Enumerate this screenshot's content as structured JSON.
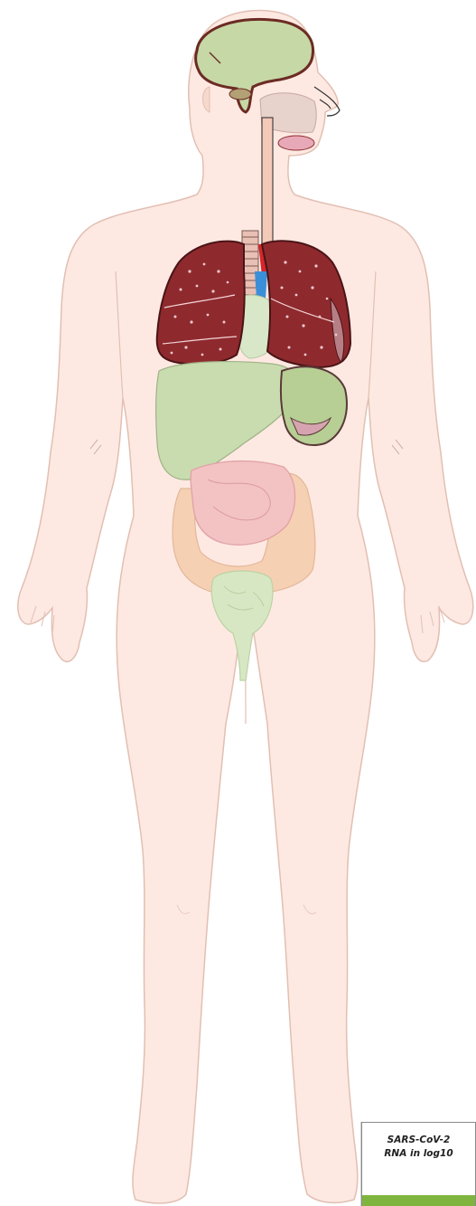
{
  "figure": {
    "subject": "human-body-organs",
    "colors": {
      "skin": "#fde9e2",
      "skin_outline": "#e2bfb3",
      "brain": "#c6d8a6",
      "brain_outline": "#6b2b23",
      "lungs": "#8e2a2e",
      "lung_dots": "#f0c7cf",
      "heart": "#d8e7c7",
      "liver": "#c9dcaf",
      "stomach": "#b7cf95",
      "intestine_small": "#f3c3c3",
      "intestine_large": "#f6d0b3",
      "bladder": "#d7e7c3",
      "artery": "#d7262b",
      "vein": "#3b8fd8",
      "trachea": "#d9a59c"
    }
  },
  "legend": {
    "line1": "SARS-CoV-2",
    "line2": "RNA in log10",
    "swatch_color": "#7fb53f"
  }
}
